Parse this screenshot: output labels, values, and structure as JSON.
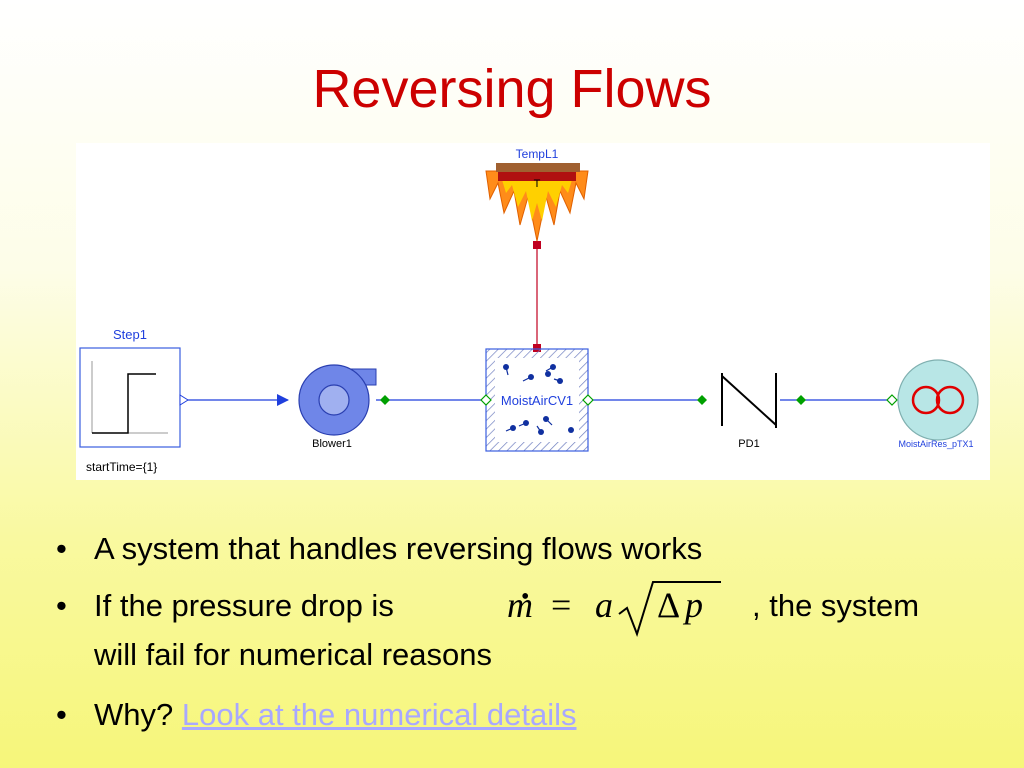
{
  "slide": {
    "title": "Reversing Flows"
  },
  "diagram": {
    "components": {
      "source_label": "TempL1",
      "step_label": "Step1",
      "step_param": "startTime={1}",
      "blower_label": "Blower1",
      "volume_label": "MoistAirCV1",
      "pd_label": "PD1",
      "reservoir_label": "MoistAirRes_pTX1"
    },
    "colors": {
      "wire": "#1f3fdd",
      "thermal_wire": "#c00020",
      "flange": "#00a000",
      "blower_fill": "#6f86e8",
      "reservoir_fill": "#b8e6e6",
      "step_box": "#3a5de0"
    }
  },
  "bullets": [
    {
      "text": "A system that handles reversing flows  works"
    },
    {
      "text_before": "If the pressure drop is",
      "text_after": ", the system",
      "text_line2": "will fail for numerical reasons"
    },
    {
      "text": "Why?",
      "link": "Look at the numerical details"
    }
  ],
  "formula": {
    "m": "m",
    "eq": "=",
    "a": "a",
    "delta": "Δ",
    "p": "p"
  }
}
